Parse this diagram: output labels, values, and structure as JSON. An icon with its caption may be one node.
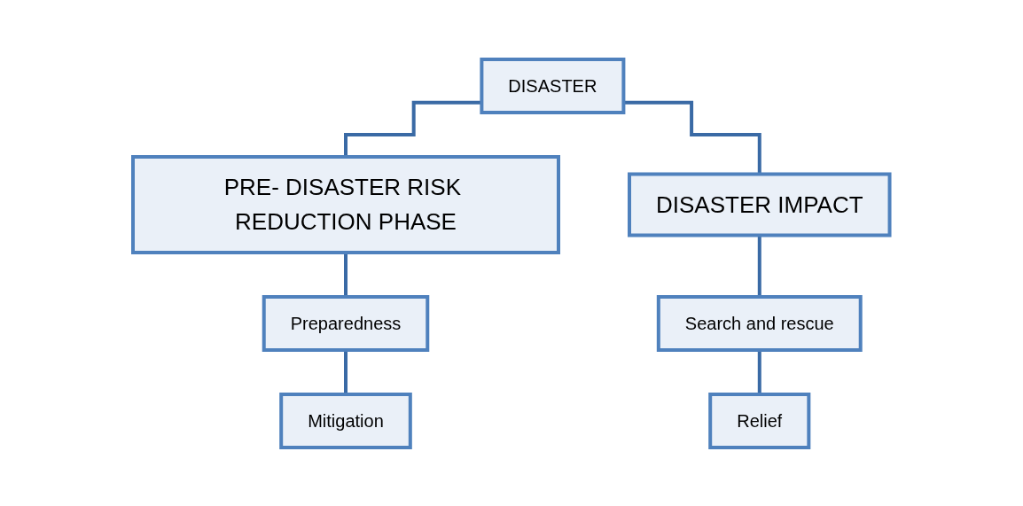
{
  "diagram": {
    "nodes": [
      {
        "text": [
          "DISASTER"
        ]
      },
      {
        "text": [
          "PRE- DISASTER RISK REDUCTION PHASE"
        ]
      },
      {
        "text": [
          "DISASTER IMPACT"
        ]
      },
      {
        "text": [
          "Preparedness"
        ]
      },
      {
        "text": [
          "Mitigation"
        ]
      },
      {
        "text": [
          "Search and rescue"
        ]
      },
      {
        "text": [
          "Relief"
        ]
      }
    ],
    "edges": [
      {
        "from": 0,
        "to": 1,
        "arrow": "none"
      },
      {
        "from": 0,
        "to": 2,
        "arrow": "none"
      },
      {
        "from": 1,
        "to": 3,
        "arrow": "none"
      },
      {
        "from": 3,
        "to": 4,
        "arrow": "none"
      },
      {
        "from": 2,
        "to": 5,
        "arrow": "none"
      },
      {
        "from": 5,
        "to": 6,
        "arrow": "none"
      }
    ]
  }
}
